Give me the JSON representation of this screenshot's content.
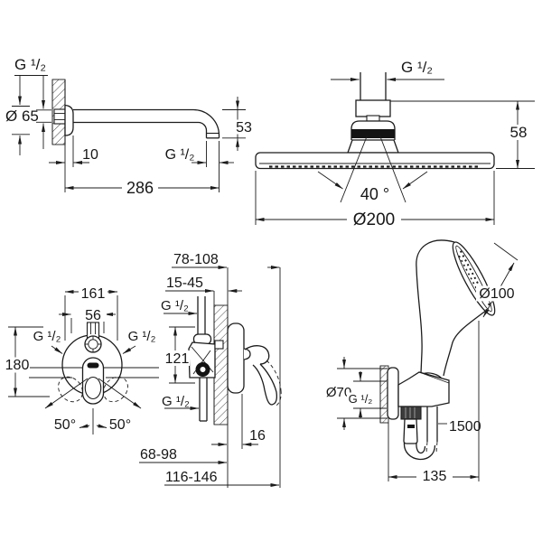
{
  "colors": {
    "background": "#ffffff",
    "line": "#1c1c1c",
    "dark_fill": "#141414"
  },
  "labels": {
    "shower_arm": {
      "thread_top": "G ¹/₂",
      "flange_diameter": "Ø 65",
      "wall_offset": "10",
      "thread_end": "G ¹/₂",
      "projection": "286",
      "drop_height": "53"
    },
    "head_shower": {
      "thread": "G ¹/₂",
      "height": "58",
      "spray_angle": "40 °",
      "diameter": "Ø200"
    },
    "mixer_front": {
      "width": "161",
      "center_width": "56",
      "thread_left": "G ¹/₂",
      "thread_right": "G ¹/₂",
      "height": "180",
      "swivel_left": "50°",
      "swivel_right": "50°"
    },
    "mixer_side": {
      "projection_range": "78-108",
      "tile_thickness_range": "15-45",
      "thread_top": "G ¹/₂",
      "port_spacing": "121",
      "thread_bottom": "G ¹/₂",
      "escutcheon_depth": "16",
      "depth_range": "68-98",
      "total_depth_range": "116-146"
    },
    "hand_shower": {
      "head_diameter": "Ø100",
      "escutcheon_diameter": "Ø70",
      "thread": "G ¹/₂",
      "hose_length": "1500",
      "bracket_projection": "135"
    }
  }
}
